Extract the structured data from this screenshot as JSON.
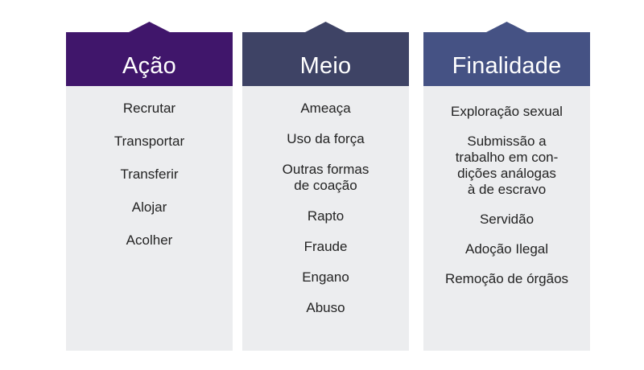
{
  "diagram": {
    "type": "three-column-concept-table",
    "background_color": "#FFFFFF",
    "body_background_color": "#ECEDEF",
    "text_color": "#232323",
    "columns": [
      {
        "id": "acao",
        "header_label": "Ação",
        "header_color": "#40166B",
        "header_text_color": "#FFFFFF",
        "items": [
          {
            "lines": [
              "Recrutar"
            ]
          },
          {
            "lines": [
              "Transportar"
            ]
          },
          {
            "lines": [
              "Transferir"
            ]
          },
          {
            "lines": [
              "Alojar"
            ]
          },
          {
            "lines": [
              "Acolher"
            ]
          }
        ]
      },
      {
        "id": "meio",
        "header_label": "Meio",
        "header_color": "#3E4365",
        "header_text_color": "#FFFFFF",
        "items": [
          {
            "lines": [
              "Ameaça"
            ]
          },
          {
            "lines": [
              "Uso da força"
            ]
          },
          {
            "lines": [
              "Outras formas",
              "de coação"
            ]
          },
          {
            "lines": [
              "Rapto"
            ]
          },
          {
            "lines": [
              "Fraude"
            ]
          },
          {
            "lines": [
              "Engano"
            ]
          },
          {
            "lines": [
              "Abuso"
            ]
          }
        ]
      },
      {
        "id": "finalidade",
        "header_label": "Finalidade",
        "header_color": "#455284",
        "header_text_color": "#FFFFFF",
        "items": [
          {
            "lines": [
              "Exploração sexual"
            ]
          },
          {
            "lines": [
              "Submissão a",
              "trabalho em con-",
              "dições análogas",
              "à de escravo"
            ]
          },
          {
            "lines": [
              "Servidão"
            ]
          },
          {
            "lines": [
              "Adoção Ilegal"
            ]
          },
          {
            "lines": [
              "Remoção de órgãos"
            ]
          }
        ]
      }
    ]
  }
}
